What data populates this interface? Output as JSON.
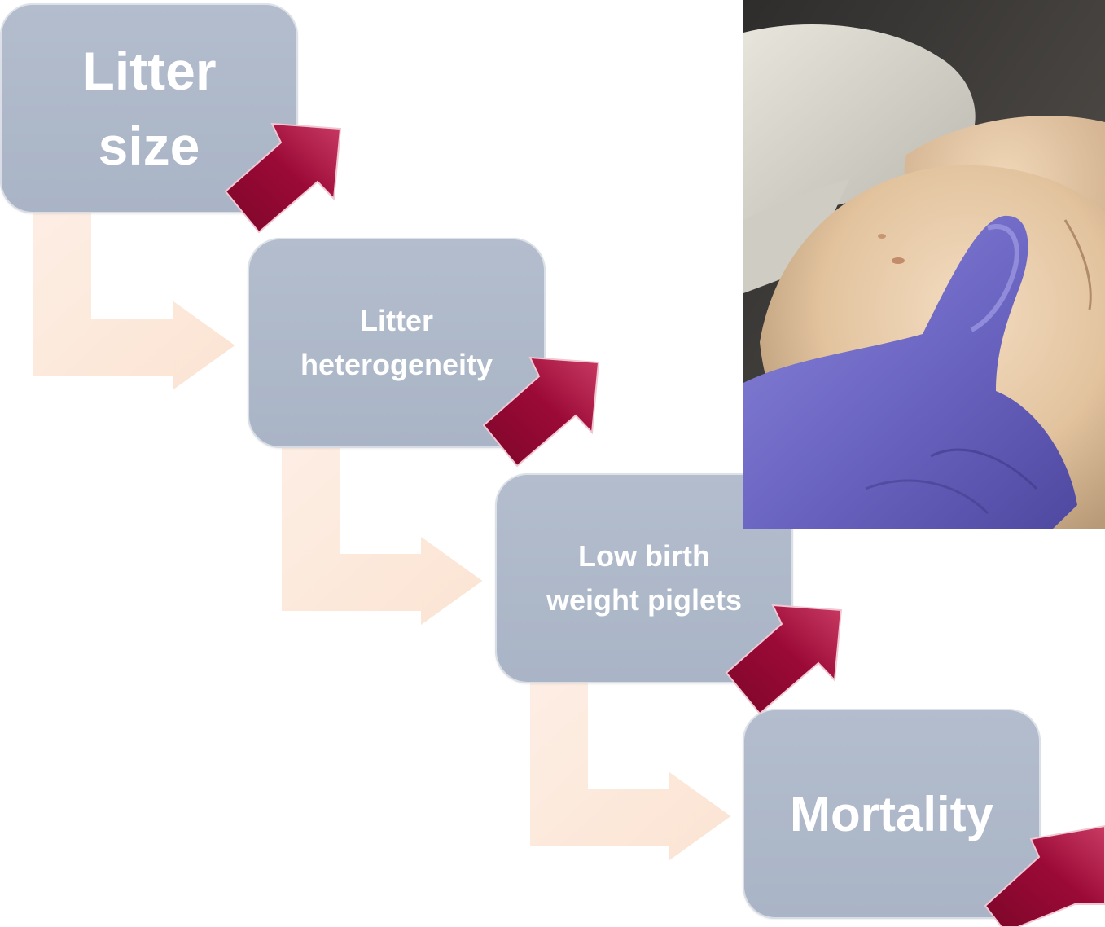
{
  "diagram": {
    "steps": [
      {
        "lines": [
          "Litter",
          "size"
        ]
      },
      {
        "lines": [
          "Litter",
          "heterogeneity"
        ]
      },
      {
        "lines": [
          "Low birth",
          "weight piglets"
        ]
      },
      {
        "lines": [
          "Mortality"
        ]
      }
    ],
    "colors": {
      "box_fill": "#aab5c7",
      "box_text": "#ffffff",
      "increase_arrow": "#9b0a37",
      "connector_arrow": "#fde6d6"
    },
    "increase_indicator_icon": "up-right-arrow-icon",
    "connector_icon": "bent-arrow-icon"
  },
  "photo": {
    "subject": "newborn piglet held in purple gloved hand"
  }
}
